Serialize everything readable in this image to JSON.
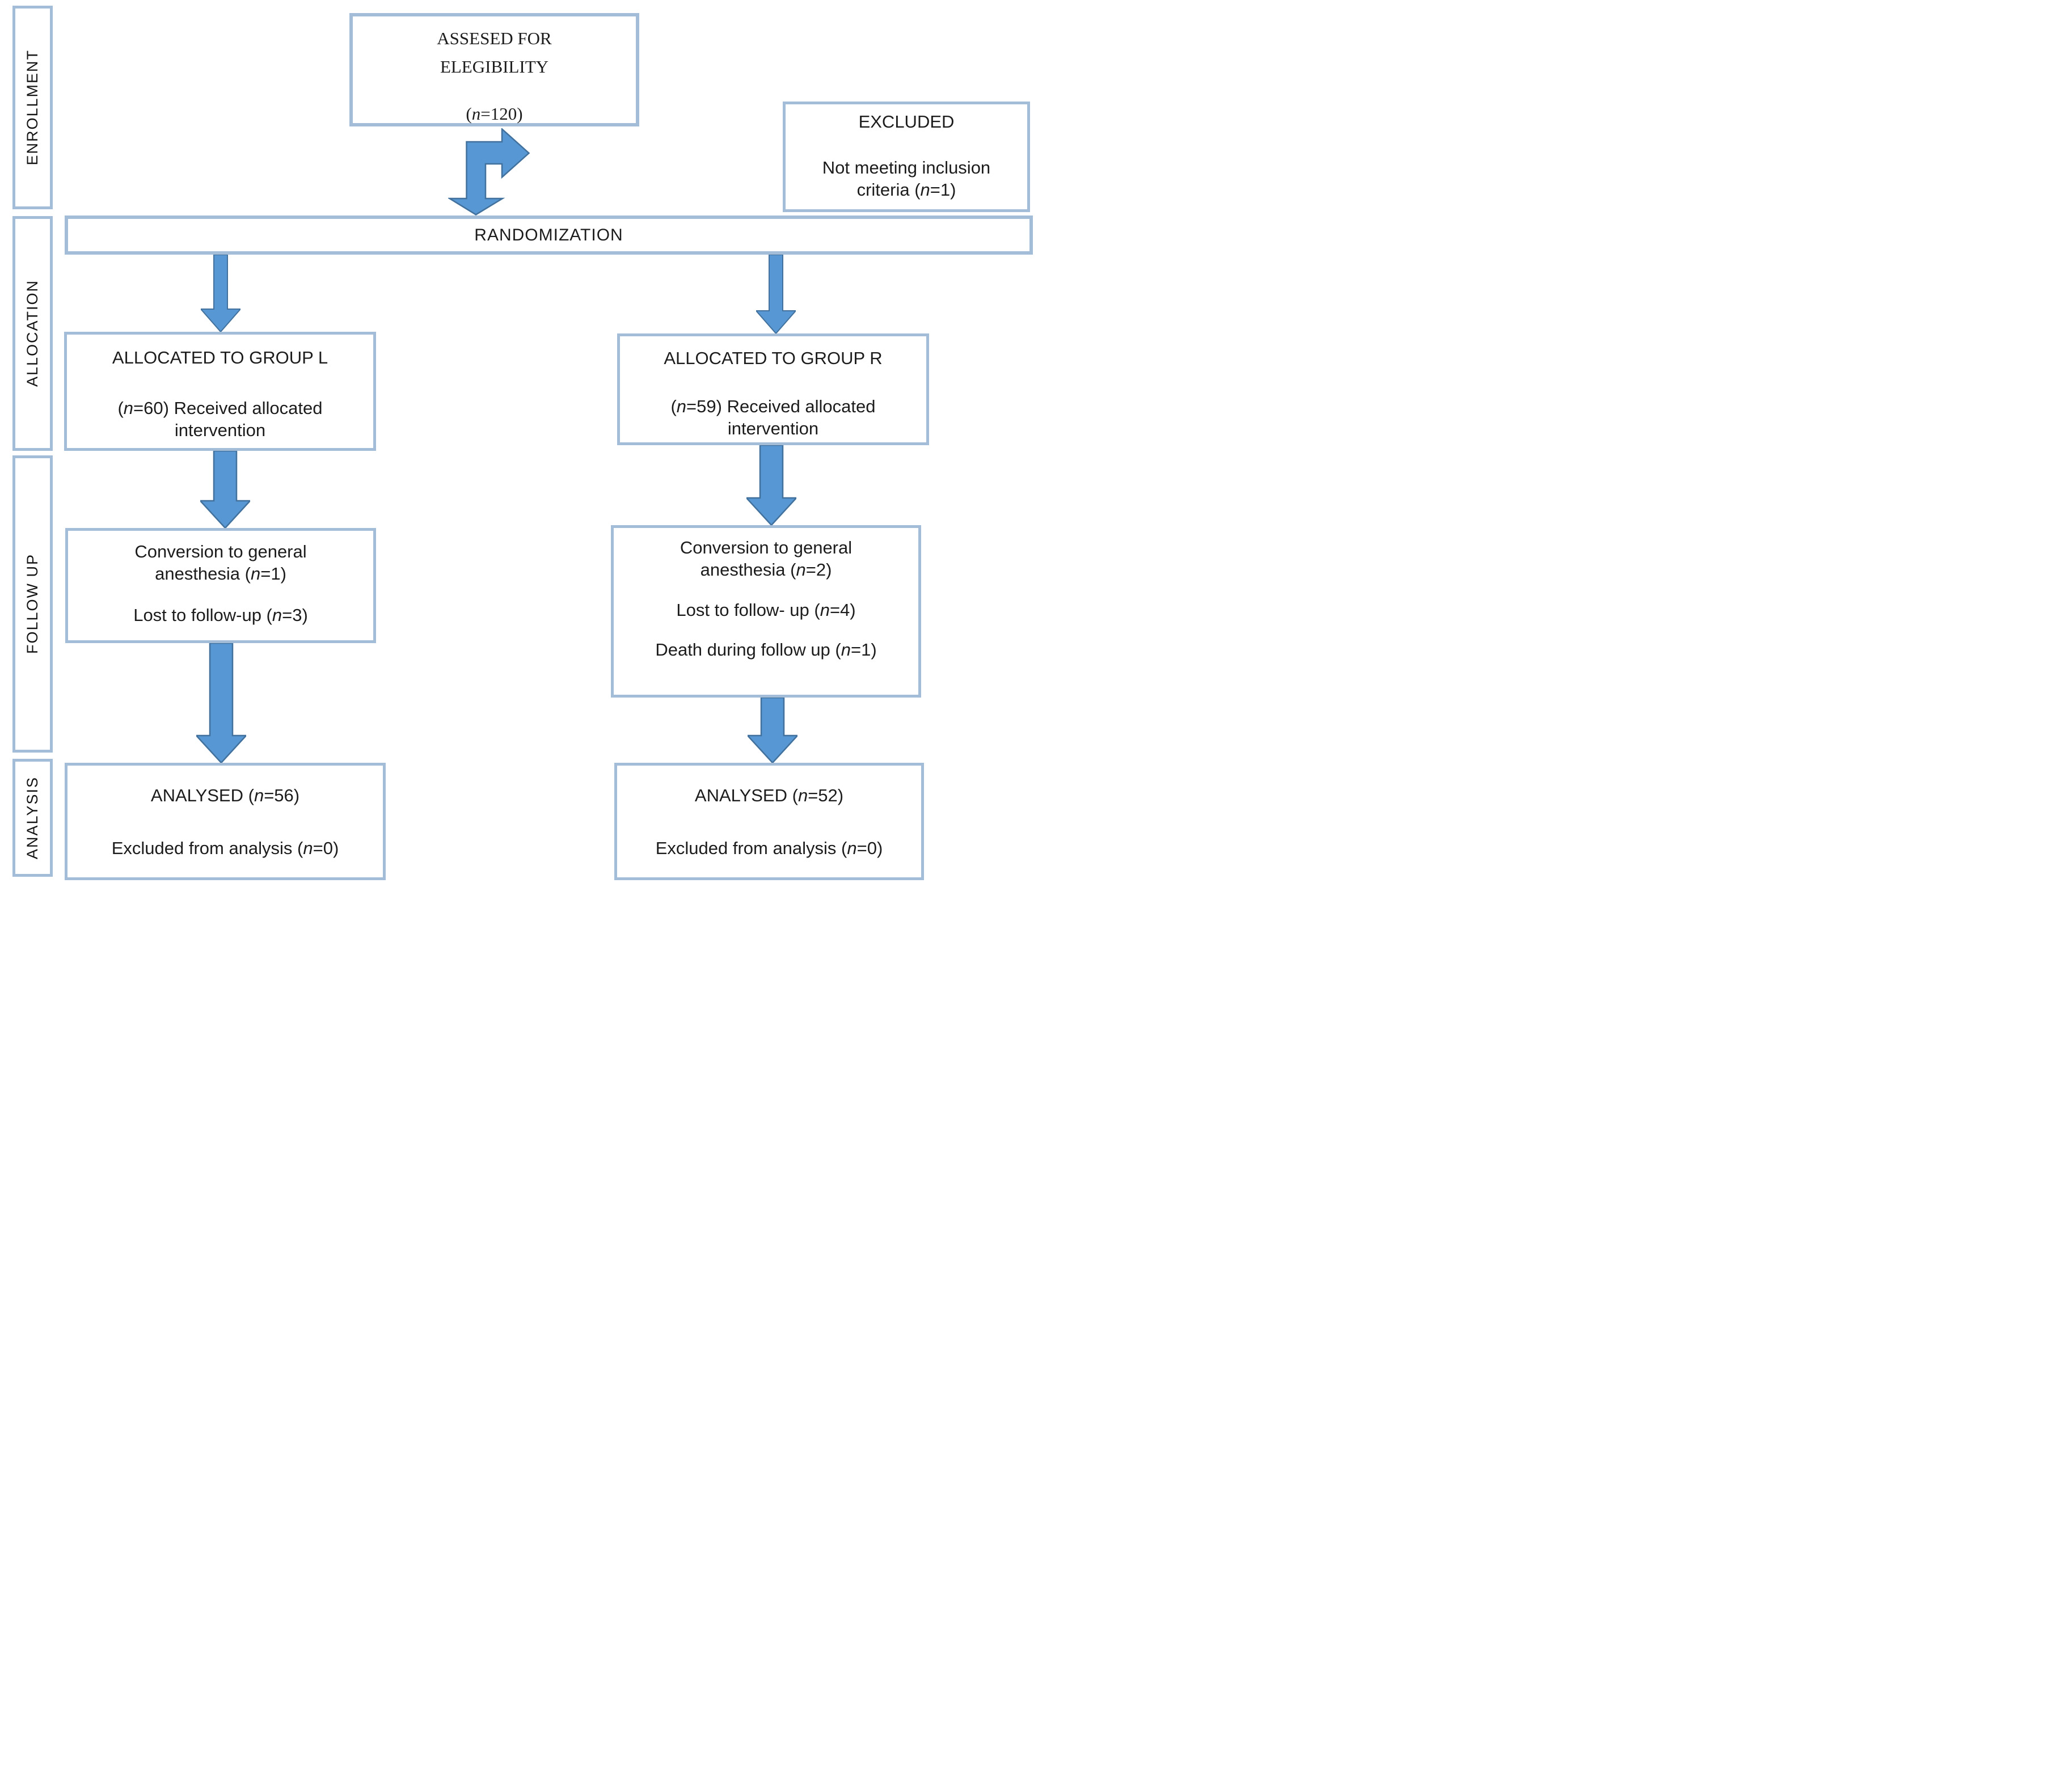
{
  "palette": {
    "box_border": "#a3bcd8",
    "arrow_fill": "#5797d3",
    "arrow_outline": "#41719c",
    "text": "#1c1c1c",
    "background": "#ffffff"
  },
  "sidebar": {
    "labels": [
      {
        "id": "enrollment",
        "label": "ENROLLMENT"
      },
      {
        "id": "allocation",
        "label": "ALLOCATION"
      },
      {
        "id": "followup",
        "label": "FOLLOW UP"
      },
      {
        "id": "analysis",
        "label": "ANALYSIS"
      }
    ]
  },
  "flow": {
    "eligibility": {
      "line1": "ASSESED FOR",
      "line2": "ELEGIBILITY",
      "count": "(n=120)"
    },
    "excluded": {
      "title": "EXCLUDED",
      "line1": "Not meeting inclusion",
      "line2": "criteria (n=1)"
    },
    "randomization": {
      "label": "RANDOMIZATION"
    },
    "group_l": {
      "title": "ALLOCATED TO GROUP L",
      "line1": "(n=60) Received allocated",
      "line2": "intervention"
    },
    "group_r": {
      "title": "ALLOCATED TO GROUP R",
      "line1": "(n=59) Received allocated",
      "line2": "intervention"
    },
    "followup_l": {
      "line1": "Conversion to general",
      "line2": "anesthesia (n=1)",
      "line3": "Lost to follow-up (n=3)"
    },
    "followup_r": {
      "line1": "Conversion to general",
      "line2": "anesthesia (n=2)",
      "line3": "Lost to follow- up (n=4)",
      "line4": "Death during follow up (n=1)"
    },
    "analysis_l": {
      "line1": "ANALYSED (n=56)",
      "line2": "Excluded from analysis (n=0)"
    },
    "analysis_r": {
      "line1": "ANALYSED (n=52)",
      "line2": "Excluded from analysis (n=0)"
    }
  }
}
